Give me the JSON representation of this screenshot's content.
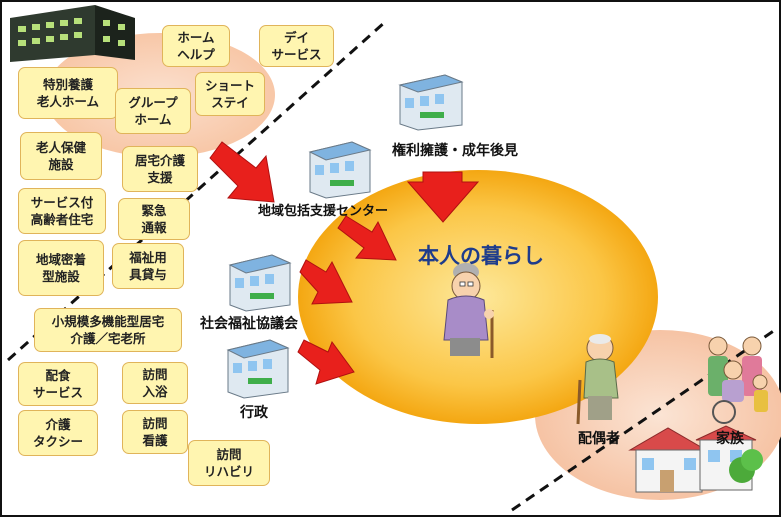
{
  "service_boxes": [
    "ホーム\nヘルプ",
    "デイ\nサービス",
    "特別養護\n老人ホーム",
    "グループ\nホーム",
    "ショート\nステイ",
    "老人保健\n施設",
    "居宅介護\n支援",
    "サービス付\n高齢者住宅",
    "緊急\n通報",
    "地域密着\n型施設",
    "福祉用\n具貸与",
    "小規模多機能型居宅\n介護／宅老所",
    "配食\nサービス",
    "訪問\n入浴",
    "介護\nタクシー",
    "訪問\n看護",
    "訪問\nリハビリ"
  ],
  "supporters": {
    "rights": "権利擁護・成年後見",
    "center": "地域包括支援センター",
    "council": "社会福祉協議会",
    "admin": "行政"
  },
  "center_title": "本人の暮らし",
  "spouse": "配偶者",
  "family": "家族",
  "colors": {
    "box_fill": "#fff5b0",
    "box_border": "#e0b45a",
    "ellipse": "#f8b418",
    "arrow": "#e8201c",
    "title": "#1e3c8c"
  }
}
